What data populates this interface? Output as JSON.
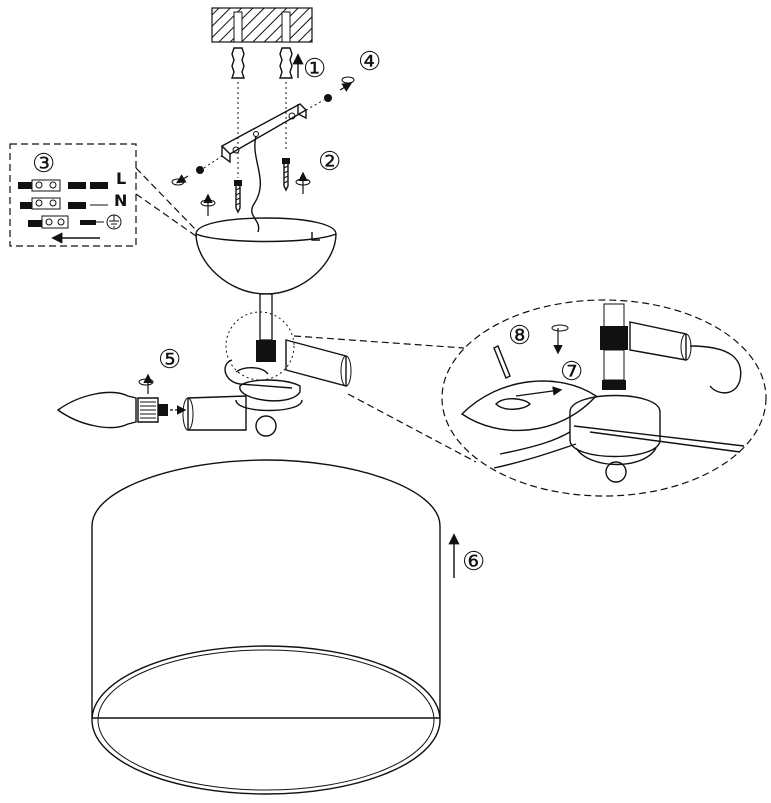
{
  "steps": {
    "s1": "①",
    "s2": "②",
    "s3": "③",
    "s4": "④",
    "s5": "⑤",
    "s6": "⑥",
    "s7": "⑦",
    "s8": "⑧"
  },
  "wires": {
    "live": "L",
    "neutral": "N"
  },
  "icons": {
    "rotate": "rotate-arrow-icon",
    "push": "push-arrow-icon",
    "earth": "earth-symbol-icon"
  }
}
